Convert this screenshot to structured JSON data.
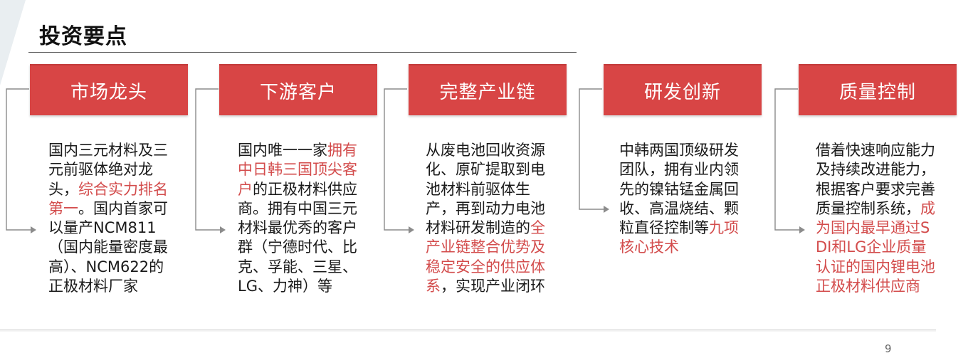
{
  "page": {
    "title": "投资要点",
    "page_number": "9"
  },
  "colors": {
    "header_red": "#d84545",
    "highlight_red": "#d34c4c",
    "text": "#1a1a1a"
  },
  "columns": [
    {
      "header": "市场龙头",
      "body": [
        {
          "t": "国内三元材料及三元前驱体绝对龙头，"
        },
        {
          "t": "综合实力排名第一",
          "hl": true
        },
        {
          "t": "。国内首家可以量产NCM811（国内能量密度最高）、NCM622的正极材料厂家"
        }
      ]
    },
    {
      "header": "下游客户",
      "body": [
        {
          "t": "国内唯一一家"
        },
        {
          "t": "拥有中日韩三国顶尖客户",
          "hl": true
        },
        {
          "t": "的正极材料供应商。拥有中国三元材料最优秀的客户群（宁德时代、比克、孚能、三星、LG、力神）等"
        }
      ]
    },
    {
      "header": "完整产业链",
      "body": [
        {
          "t": "从废电池回收资源化、原矿提取到电池材料前驱体生产，再到动力电池材料研发制造的"
        },
        {
          "t": "全产业链整合优势及稳定安全的供应体系",
          "hl": true
        },
        {
          "t": "，实现产业闭环"
        }
      ]
    },
    {
      "header": "研发创新",
      "body": [
        {
          "t": "中韩两国顶级研发团队，拥有业内领先的镍钴锰金属回收、高温烧结、颗粒直径控制等"
        },
        {
          "t": "九项核心技术",
          "hl": true
        }
      ]
    },
    {
      "header": "质量控制",
      "body": [
        {
          "t": "借着快速响应能力及持续改进能力，根据客户要求完善质量控制系统，"
        },
        {
          "t": "成为国内最早通过SDI和LG企业质量认证的国内锂电池正极材料供应商",
          "hl": true
        }
      ]
    }
  ]
}
